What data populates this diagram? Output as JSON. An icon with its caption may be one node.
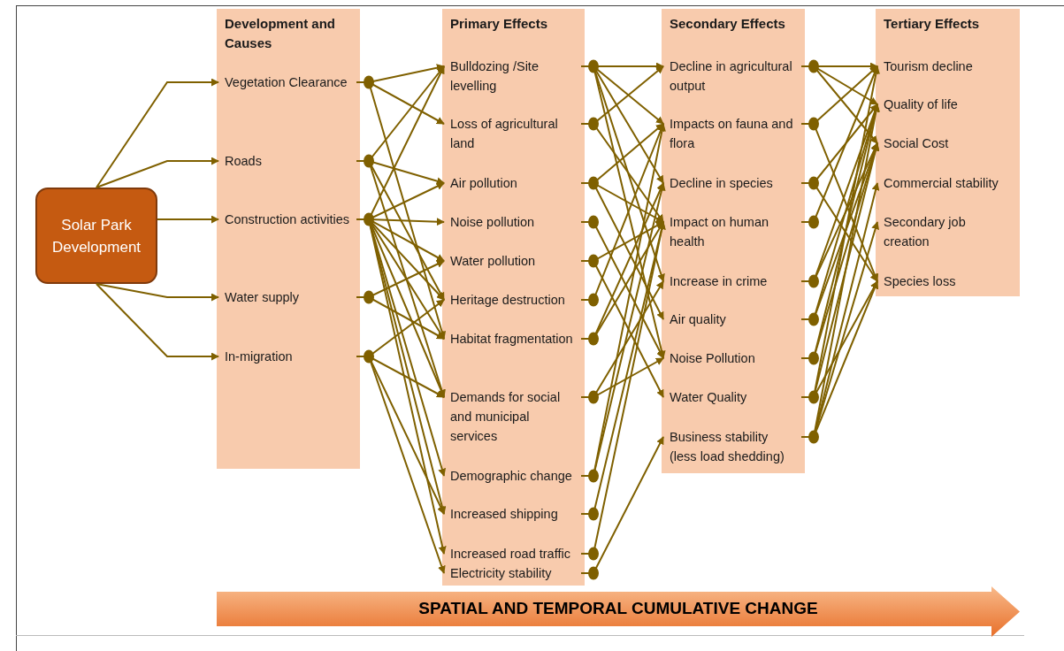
{
  "diagram": {
    "nodes": [
      {
        "text": [
          "Solar Park Development"
        ]
      },
      {
        "text": [
          "Development and Causes"
        ]
      },
      {
        "text": [
          "Vegetation Clearance"
        ],
        "in": 1
      },
      {
        "text": [
          "Roads"
        ],
        "in": 1
      },
      {
        "text": [
          "Construction activities"
        ],
        "in": 1
      },
      {
        "text": [
          "Water supply"
        ],
        "in": 1
      },
      {
        "text": [
          "In-migration"
        ],
        "in": 1
      },
      {
        "text": [
          "Primary Effects"
        ]
      },
      {
        "text": [
          "Bulldozing /Site levelling"
        ],
        "in": 7
      },
      {
        "text": [
          "Loss of agricultural land"
        ],
        "in": 7
      },
      {
        "text": [
          "Air pollution"
        ],
        "in": 7
      },
      {
        "text": [
          "Noise pollution"
        ],
        "in": 7
      },
      {
        "text": [
          "Water pollution"
        ],
        "in": 7
      },
      {
        "text": [
          "Heritage destruction"
        ],
        "in": 7
      },
      {
        "text": [
          "Habitat fragmentation"
        ],
        "in": 7
      },
      {
        "text": [
          "Demands for social and municipal services"
        ],
        "in": 7
      },
      {
        "text": [
          "Demographic change"
        ],
        "in": 7
      },
      {
        "text": [
          "Increased shipping"
        ],
        "in": 7
      },
      {
        "text": [
          "Increased road traffic"
        ],
        "in": 7
      },
      {
        "text": [
          "Electricity stability"
        ],
        "in": 7
      },
      {
        "text": [
          "Secondary Effects"
        ]
      },
      {
        "text": [
          "Decline in agricultural output"
        ],
        "in": 20
      },
      {
        "text": [
          "Impacts on fauna and flora"
        ],
        "in": 20
      },
      {
        "text": [
          "Decline in species"
        ],
        "in": 20
      },
      {
        "text": [
          "Impact on human health"
        ],
        "in": 20
      },
      {
        "text": [
          "Increase in crime"
        ],
        "in": 20
      },
      {
        "text": [
          "Air quality"
        ],
        "in": 20
      },
      {
        "text": [
          "Noise Pollution"
        ],
        "in": 20
      },
      {
        "text": [
          "Water Quality"
        ],
        "in": 20
      },
      {
        "text": [
          "Business stability (less load shedding)"
        ],
        "in": 20
      },
      {
        "text": [
          "Tertiary Effects"
        ]
      },
      {
        "text": [
          "Tourism decline"
        ],
        "in": 30
      },
      {
        "text": [
          "Quality of life"
        ],
        "in": 30
      },
      {
        "text": [
          "Social Cost"
        ],
        "in": 30
      },
      {
        "text": [
          "Commercial stability"
        ],
        "in": 30
      },
      {
        "text": [
          "Secondary job creation"
        ],
        "in": 30
      },
      {
        "text": [
          "Species loss"
        ],
        "in": 30
      },
      {
        "text": [
          "SPATIAL AND TEMPORAL CUMULATIVE CHANGE"
        ]
      }
    ],
    "edges": [
      {
        "from": 0,
        "to": 2,
        "arrow": "to"
      },
      {
        "from": 0,
        "to": 3,
        "arrow": "to"
      },
      {
        "from": 0,
        "to": 4,
        "arrow": "to"
      },
      {
        "from": 0,
        "to": 5,
        "arrow": "to"
      },
      {
        "from": 0,
        "to": 6,
        "arrow": "to"
      },
      {
        "from": 2,
        "to": 8,
        "arrow": "to"
      },
      {
        "from": 2,
        "to": 9,
        "arrow": "to"
      },
      {
        "from": 2,
        "to": 14,
        "arrow": "to"
      },
      {
        "from": 3,
        "to": 8,
        "arrow": "to"
      },
      {
        "from": 3,
        "to": 10,
        "arrow": "to"
      },
      {
        "from": 3,
        "to": 13,
        "arrow": "to"
      },
      {
        "from": 3,
        "to": 15,
        "arrow": "to"
      },
      {
        "from": 4,
        "to": 8,
        "arrow": "to"
      },
      {
        "from": 4,
        "to": 10,
        "arrow": "to"
      },
      {
        "from": 4,
        "to": 11,
        "arrow": "to"
      },
      {
        "from": 4,
        "to": 12,
        "arrow": "to"
      },
      {
        "from": 4,
        "to": 13,
        "arrow": "to"
      },
      {
        "from": 4,
        "to": 14,
        "arrow": "to"
      },
      {
        "from": 4,
        "to": 15,
        "arrow": "to"
      },
      {
        "from": 4,
        "to": 16,
        "arrow": "to"
      },
      {
        "from": 4,
        "to": 17,
        "arrow": "to"
      },
      {
        "from": 4,
        "to": 18,
        "arrow": "to"
      },
      {
        "from": 5,
        "to": 12,
        "arrow": "to"
      },
      {
        "from": 5,
        "to": 14,
        "arrow": "to"
      },
      {
        "from": 6,
        "to": 13,
        "arrow": "to"
      },
      {
        "from": 6,
        "to": 15,
        "arrow": "to"
      },
      {
        "from": 6,
        "to": 17,
        "arrow": "to"
      },
      {
        "from": 6,
        "to": 19,
        "arrow": "to"
      },
      {
        "from": 8,
        "to": 21,
        "arrow": "to"
      },
      {
        "from": 8,
        "to": 22,
        "arrow": "to"
      },
      {
        "from": 8,
        "to": 23,
        "arrow": "to"
      },
      {
        "from": 8,
        "to": 25,
        "arrow": "to"
      },
      {
        "from": 8,
        "to": 27,
        "arrow": "to"
      },
      {
        "from": 9,
        "to": 21,
        "arrow": "to"
      },
      {
        "from": 9,
        "to": 24,
        "arrow": "to"
      },
      {
        "from": 10,
        "to": 22,
        "arrow": "to"
      },
      {
        "from": 10,
        "to": 24,
        "arrow": "to"
      },
      {
        "from": 10,
        "to": 26,
        "arrow": "to"
      },
      {
        "from": 11,
        "to": 27,
        "arrow": "to"
      },
      {
        "from": 12,
        "to": 24,
        "arrow": "to"
      },
      {
        "from": 12,
        "to": 28,
        "arrow": "to"
      },
      {
        "from": 13,
        "to": 22,
        "arrow": "to"
      },
      {
        "from": 14,
        "to": 23,
        "arrow": "to"
      },
      {
        "from": 14,
        "to": 24,
        "arrow": "to"
      },
      {
        "from": 15,
        "to": 25,
        "arrow": "to"
      },
      {
        "from": 15,
        "to": 27,
        "arrow": "to"
      },
      {
        "from": 16,
        "to": 22,
        "arrow": "to"
      },
      {
        "from": 16,
        "to": 23,
        "arrow": "to"
      },
      {
        "from": 17,
        "to": 24,
        "arrow": "to"
      },
      {
        "from": 18,
        "to": 24,
        "arrow": "to"
      },
      {
        "from": 19,
        "to": 29,
        "arrow": "to"
      },
      {
        "from": 21,
        "to": 31,
        "arrow": "to"
      },
      {
        "from": 21,
        "to": 32,
        "arrow": "to"
      },
      {
        "from": 21,
        "to": 33,
        "arrow": "to"
      },
      {
        "from": 22,
        "to": 31,
        "arrow": "to"
      },
      {
        "from": 22,
        "to": 36,
        "arrow": "to"
      },
      {
        "from": 23,
        "to": 32,
        "arrow": "to"
      },
      {
        "from": 23,
        "to": 36,
        "arrow": "to"
      },
      {
        "from": 24,
        "to": 31,
        "arrow": "to"
      },
      {
        "from": 25,
        "to": 32,
        "arrow": "to"
      },
      {
        "from": 25,
        "to": 33,
        "arrow": "to"
      },
      {
        "from": 26,
        "to": 32,
        "arrow": "to"
      },
      {
        "from": 26,
        "to": 33,
        "arrow": "to"
      },
      {
        "from": 27,
        "to": 32,
        "arrow": "to"
      },
      {
        "from": 27,
        "to": 33,
        "arrow": "to"
      },
      {
        "from": 28,
        "to": 31,
        "arrow": "to"
      },
      {
        "from": 28,
        "to": 33,
        "arrow": "to"
      },
      {
        "from": 28,
        "to": 36,
        "arrow": "to"
      },
      {
        "from": 29,
        "to": 32,
        "arrow": "to"
      },
      {
        "from": 29,
        "to": 34,
        "arrow": "to"
      },
      {
        "from": 29,
        "to": 35,
        "arrow": "to"
      },
      {
        "from": 29,
        "to": 36,
        "arrow": "to"
      }
    ]
  }
}
